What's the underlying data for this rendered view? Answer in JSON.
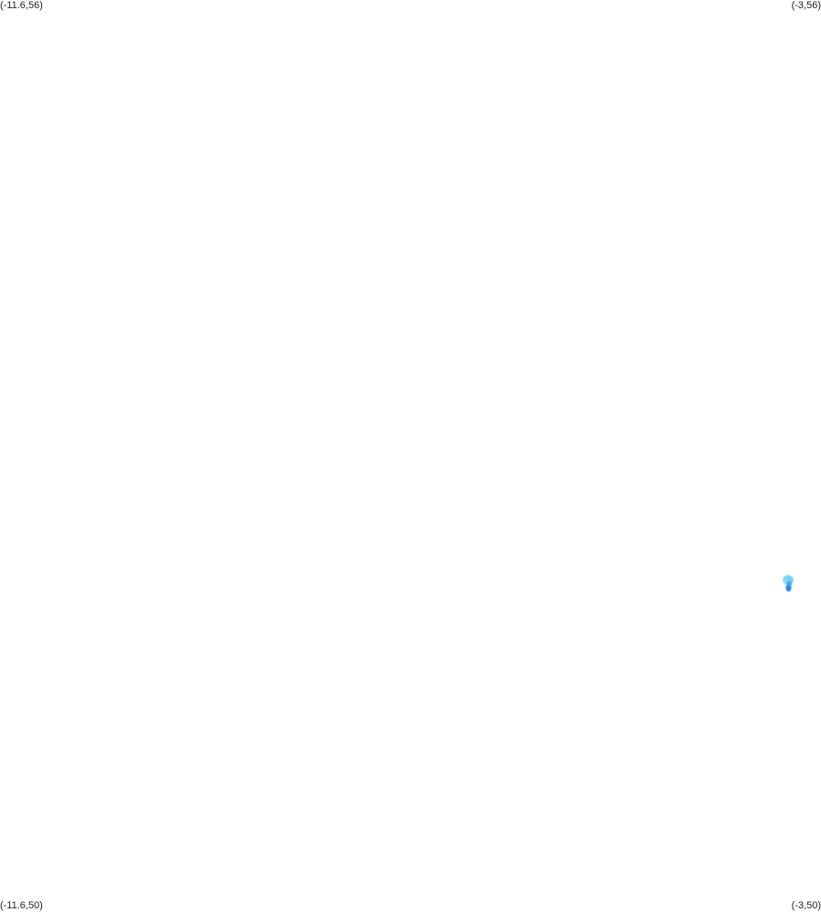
{
  "corners": {
    "top_left": "(-11.6,56)",
    "top_right": "(-3,56)",
    "bottom_left": "(-11.6,50)",
    "bottom_right": "(-3,50)"
  },
  "extent": {
    "lon_min": -11.6,
    "lon_max": -3,
    "lat_min": 50,
    "lat_max": 56
  },
  "colors": {
    "background": "#ffffff",
    "feature_light": "#5fc8f0",
    "feature_dark": "#1a78d0"
  }
}
